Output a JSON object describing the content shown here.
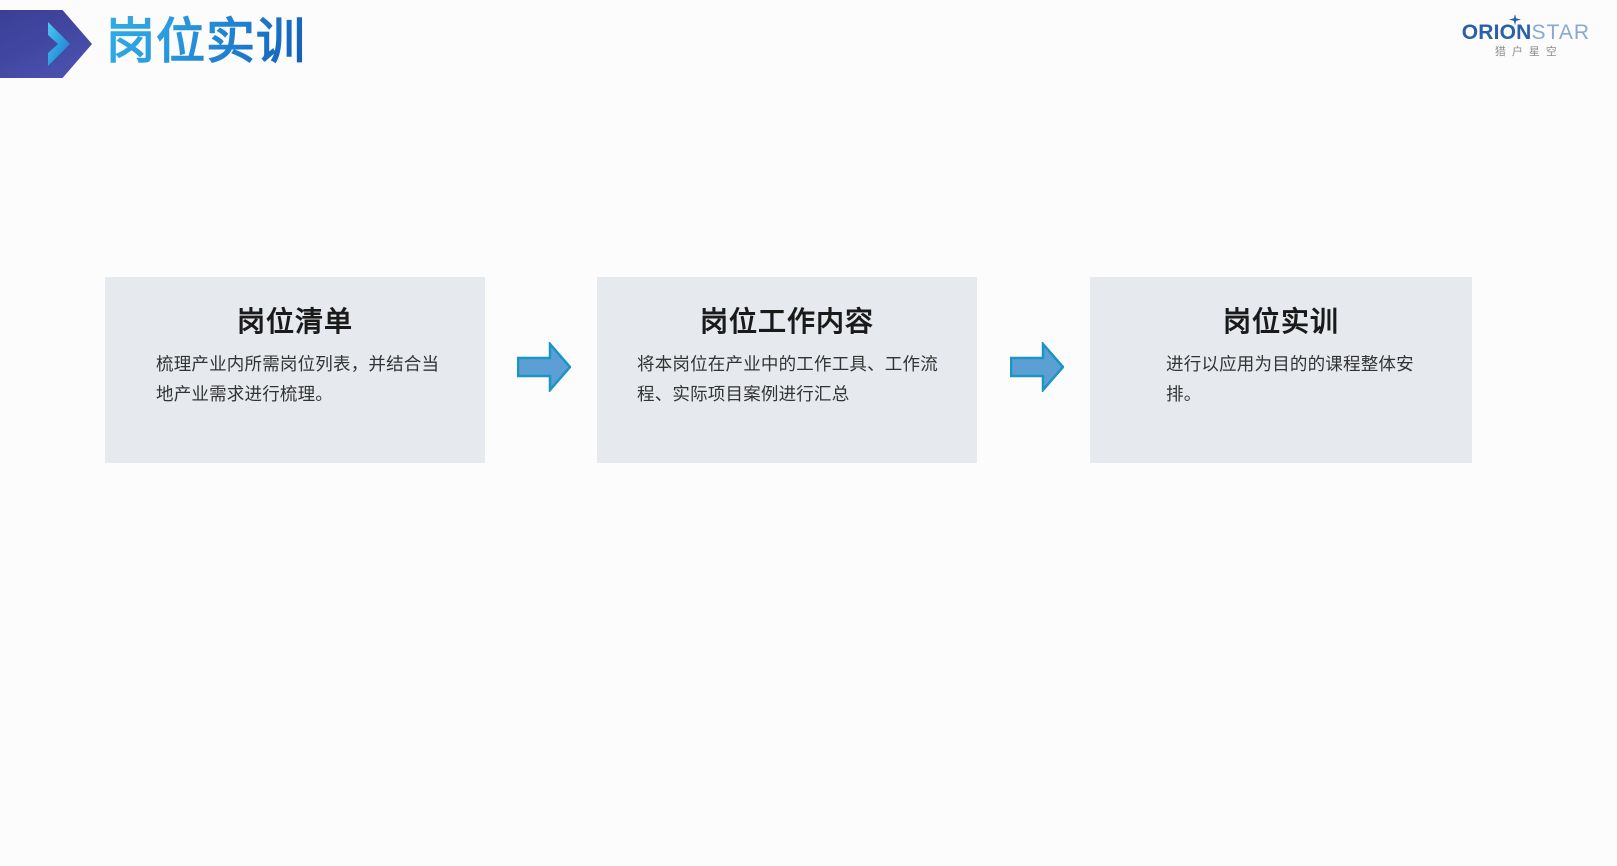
{
  "header": {
    "title": "岗位实训",
    "banner_icon": "chevron-right-icon",
    "banner_gradient_from": "#3A3F96",
    "banner_gradient_to": "#4C55B4",
    "title_gradient_from": "#2FAEE6",
    "title_gradient_to": "#135BB6"
  },
  "logo": {
    "word_primary": "ORION",
    "word_secondary": "STAR",
    "subtitle": "猎户星空",
    "spark_icon": "sparkle-star-icon",
    "primary_color": "#2B5FA8",
    "secondary_color": "#87A9D2",
    "subtitle_color": "#8D8D8D"
  },
  "flow": {
    "card_bg": "#E6E9ED",
    "arrow_fill": "#5B9FD4",
    "arrow_stroke": "#1C94C4",
    "arrow_icon": "arrow-right-icon",
    "cards": [
      {
        "title": "岗位清单",
        "body": "梳理产业内所需岗位列表，并结合当地产业需求进行梳理。"
      },
      {
        "title": "岗位工作内容",
        "body": "将本岗位在产业中的工作工具、工作流程、实际项目案例进行汇总"
      },
      {
        "title": "岗位实训",
        "body": "进行以应用为目的的课程整体安排。"
      }
    ],
    "arrows": [
      {
        "name": "arrow-1"
      },
      {
        "name": "arrow-2"
      }
    ]
  },
  "page": {
    "background": "#FCFCFC"
  }
}
